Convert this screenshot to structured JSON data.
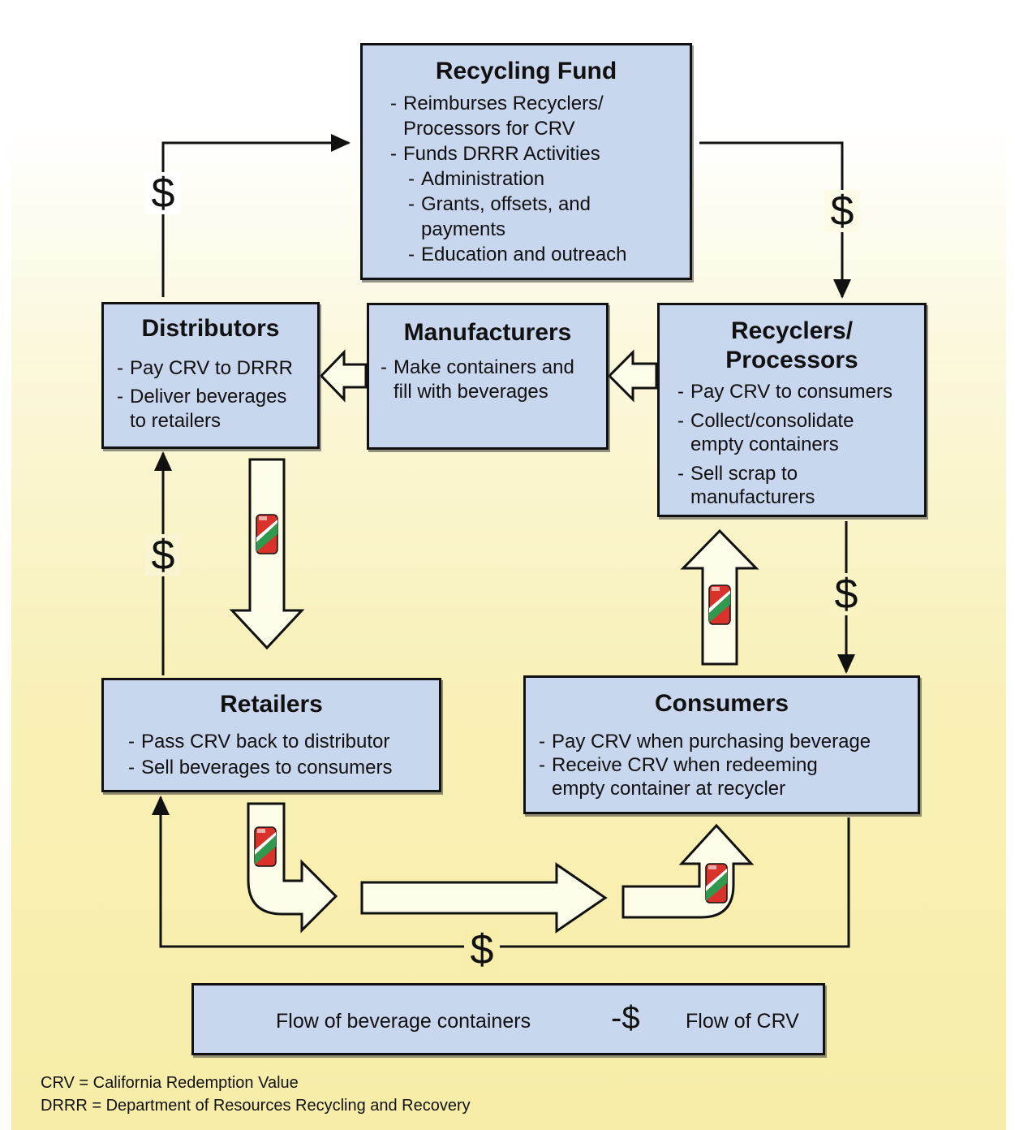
{
  "nodes": {
    "recycling_fund": {
      "title": "Recycling Fund",
      "lines": [
        {
          "text": "Reimburses Recyclers/",
          "dash": true,
          "level": 0
        },
        {
          "text": "Processors for CRV",
          "dash": false,
          "level": 0
        },
        {
          "text": "Funds DRRR Activities",
          "dash": true,
          "level": 0
        },
        {
          "text": "Administration",
          "dash": true,
          "level": 1
        },
        {
          "text": "Grants, offsets, and",
          "dash": true,
          "level": 1
        },
        {
          "text": "payments",
          "dash": false,
          "level": 1
        },
        {
          "text": "Education and outreach",
          "dash": true,
          "level": 1
        }
      ]
    },
    "distributors": {
      "title": "Distributors",
      "lines": [
        {
          "text": "Pay CRV to DRRR",
          "dash": true
        },
        {
          "text": "Deliver beverages",
          "dash": true
        },
        {
          "text": "to retailers",
          "dash": false
        }
      ]
    },
    "manufacturers": {
      "title": "Manufacturers",
      "lines": [
        {
          "text": "Make containers and",
          "dash": true
        },
        {
          "text": "fill with beverages",
          "dash": false
        }
      ]
    },
    "recyclers": {
      "title_line1": "Recyclers/",
      "title_line2": "Processors",
      "lines": [
        {
          "text": "Pay CRV to consumers",
          "dash": true
        },
        {
          "text": "Collect/consolidate",
          "dash": true
        },
        {
          "text": "empty containers",
          "dash": false
        },
        {
          "text": "Sell scrap to",
          "dash": true
        },
        {
          "text": "manufacturers",
          "dash": false
        }
      ]
    },
    "retailers": {
      "title": "Retailers",
      "lines": [
        {
          "text": "Pass CRV back to distributor",
          "dash": true
        },
        {
          "text": "Sell beverages to consumers",
          "dash": true
        }
      ]
    },
    "consumers": {
      "title": "Consumers",
      "lines": [
        {
          "text": "Pay CRV when purchasing beverage",
          "dash": true
        },
        {
          "text": "Receive CRV when redeeming",
          "dash": true
        },
        {
          "text": "empty container at recycler",
          "dash": false
        }
      ]
    }
  },
  "money_symbol": "$",
  "legend": {
    "containers_label": "Flow of beverage containers",
    "crv_label": "Flow of CRV",
    "crv_symbol": "-$"
  },
  "footnotes": {
    "crv": "CRV = California Redemption Value",
    "drrr": "DRRR = Department of Resources Recycling and Recovery"
  },
  "colors": {
    "box_fill": "#c8d6ee",
    "arrow_fill": "#fdfce8",
    "can_red": "#d8322b",
    "can_green": "#2f9a4e"
  }
}
